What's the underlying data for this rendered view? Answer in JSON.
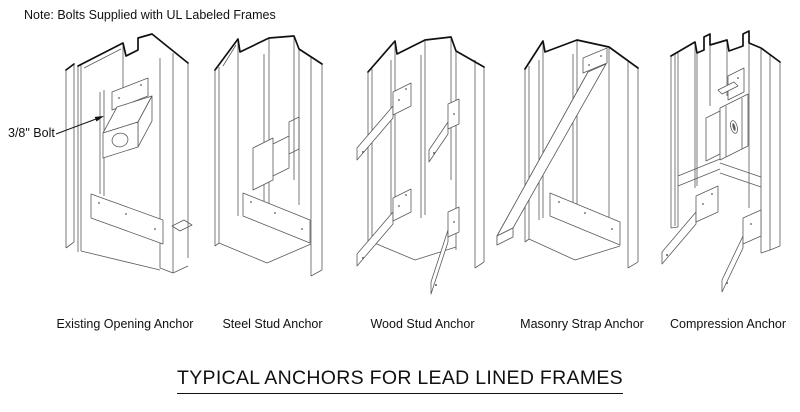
{
  "note": "Note: Bolts Supplied with UL Labeled Frames",
  "bolt_callout": "3/8\" Bolt",
  "title": "TYPICAL ANCHORS FOR LEAD LINED FRAMES",
  "anchors": [
    {
      "label": "Existing Opening Anchor"
    },
    {
      "label": "Steel Stud Anchor"
    },
    {
      "label": "Wood Stud Anchor"
    },
    {
      "label": "Masonry Strap Anchor"
    },
    {
      "label": "Compression Anchor"
    }
  ],
  "colors": {
    "line": "#111111",
    "line_light": "#5a5a5a",
    "background": "#ffffff",
    "text": "#111111"
  }
}
